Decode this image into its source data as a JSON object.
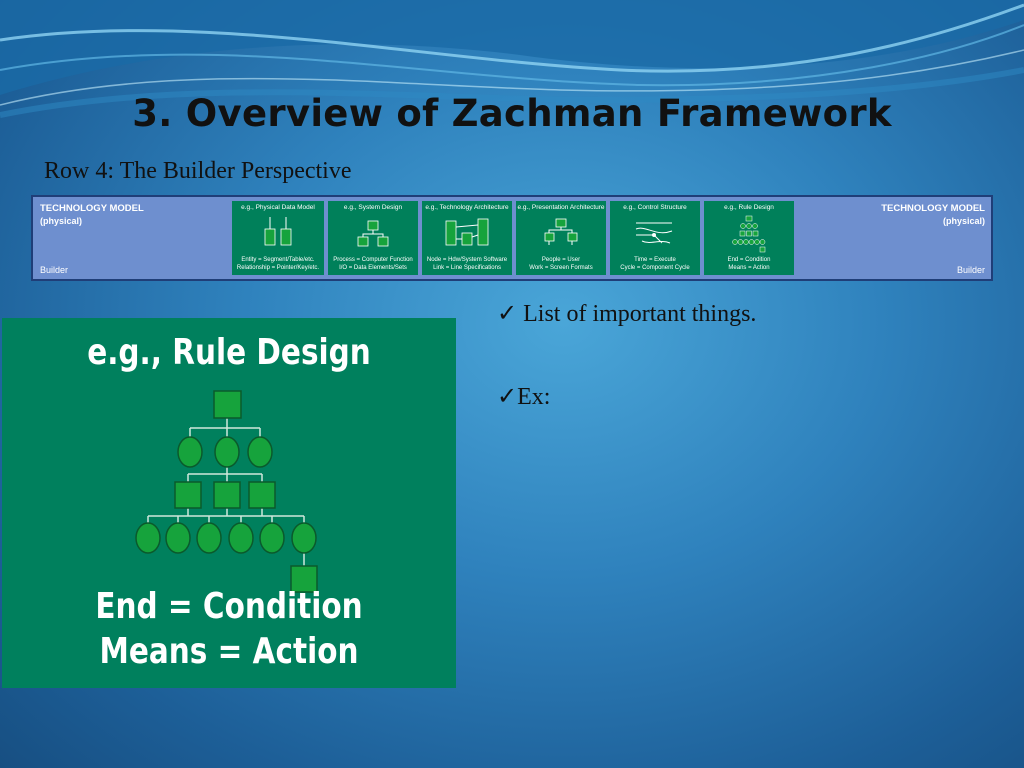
{
  "slide": {
    "title": "3. Overview of Zachman Framework",
    "subtitle": "Row 4: The Builder Perspective"
  },
  "strip": {
    "left_title": "TECHNOLOGY MODEL",
    "left_sub": "(physical)",
    "left_role": "Builder",
    "right_title": "TECHNOLOGY MODEL",
    "right_sub": "(physical)",
    "right_role": "Builder",
    "cells": [
      {
        "title": "e.g., Physical Data Model",
        "bottom": "Entity = Segment/Table/etc.\nRelationship = Pointer/Key/etc."
      },
      {
        "title": "e.g., System Design",
        "bottom": "Process = Computer Function\nI/O = Data Elements/Sets"
      },
      {
        "title": "e.g., Technology Architecture",
        "bottom": "Node = Hdw/System Software\nLink = Line Specifications"
      },
      {
        "title": "e.g., Presentation Architecture",
        "bottom": "People = User\nWork = Screen Formats"
      },
      {
        "title": "e.g., Control Structure",
        "bottom": "Time = Execute\nCycle = Component Cycle"
      },
      {
        "title": "e.g., Rule Design",
        "bottom": "End = Condition\nMeans = Action"
      }
    ]
  },
  "feature": {
    "title": "e.g., Rule Design",
    "line1": "End = Condition",
    "line2": "Means = Action"
  },
  "bullets": [
    {
      "mark": "✓",
      "text": " List of important things."
    },
    {
      "mark": "✓",
      "text": "Ex:"
    }
  ],
  "colors": {
    "cell_green": "#00805a",
    "strip_blue": "#6e8fcf",
    "shape_green": "#16a33c"
  }
}
